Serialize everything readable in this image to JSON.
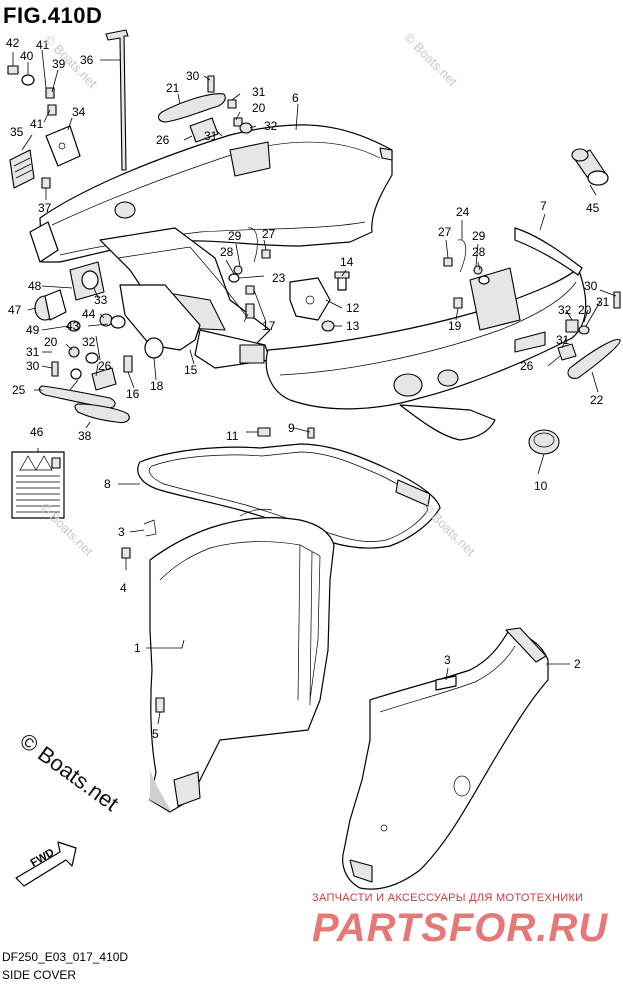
{
  "figure": {
    "title": "FIG.410D",
    "code": "DF250_E03_017_410D",
    "name": "SIDE COVER"
  },
  "watermarks": {
    "small": "© Boats.net",
    "large": "© Boats.net"
  },
  "parts_site": {
    "tagline": "ЗАПЧАСТИ И АКСЕССУАРЫ ДЛЯ МОТОТЕХНИКИ",
    "brand": "PARTSFOR.RU"
  },
  "fwd_label": "FWD",
  "callouts": [
    "42",
    "41",
    "40",
    "39",
    "36",
    "34",
    "35",
    "41",
    "37",
    "30",
    "21",
    "31",
    "20",
    "32",
    "31",
    "26",
    "6",
    "29",
    "27",
    "28",
    "23",
    "14",
    "24",
    "27",
    "29",
    "28",
    "7",
    "48",
    "33",
    "47",
    "44",
    "43",
    "49",
    "12",
    "13",
    "9",
    "19",
    "17",
    "45",
    "30",
    "31",
    "32",
    "20",
    "31",
    "26",
    "22",
    "32",
    "31",
    "20",
    "30",
    "26",
    "25",
    "16",
    "18",
    "15",
    "11",
    "10",
    "46",
    "38",
    "8",
    "3",
    "4",
    "1",
    "2",
    "3",
    "5"
  ]
}
